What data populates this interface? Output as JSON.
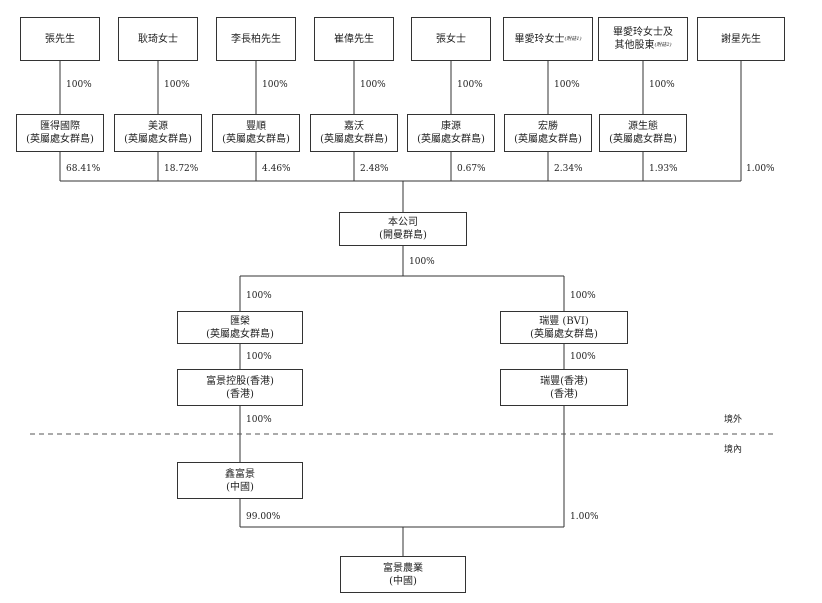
{
  "shareholders": [
    {
      "name": "張先生"
    },
    {
      "name": "耿琦女士"
    },
    {
      "name": "李長柏先生"
    },
    {
      "name": "崔偉先生"
    },
    {
      "name": "張女士"
    },
    {
      "name": "畢愛玲女士",
      "note": "(附註1)"
    },
    {
      "name": "畢愛玲女士及",
      "name2": "其他股東",
      "note": "(附註2)"
    },
    {
      "name": "謝星先生"
    }
  ],
  "holdcos": [
    {
      "name": "匯得國際",
      "place": "(英屬處女群島)"
    },
    {
      "name": "美源",
      "place": "(英屬處女群島)"
    },
    {
      "name": "豐順",
      "place": "(英屬處女群島)"
    },
    {
      "name": "嘉沃",
      "place": "(英屬處女群島)"
    },
    {
      "name": "康源",
      "place": "(英屬處女群島)"
    },
    {
      "name": "宏勝",
      "place": "(英屬處女群島)"
    },
    {
      "name": "源生態",
      "place": "(英屬處女群島)"
    }
  ],
  "ownership_to_holdco": [
    "100%",
    "100%",
    "100%",
    "100%",
    "100%",
    "100%",
    "100%"
  ],
  "stakes_in_company": [
    "68.41%",
    "18.72%",
    "4.46%",
    "2.48%",
    "0.67%",
    "2.34%",
    "1.93%",
    "1.00%"
  ],
  "company": {
    "name": "本公司",
    "place": "(開曼群島)",
    "ownership_below": "100%"
  },
  "left_branch": {
    "pct_top": "100%",
    "sub1": {
      "name": "匯榮",
      "place": "(英屬處女群島)"
    },
    "pct_mid": "100%",
    "sub2": {
      "name": "富景控股(香港)",
      "place": "(香港)"
    },
    "pct_low": "100%",
    "sub3": {
      "name": "鑫富景",
      "place": "(中國)"
    },
    "pct_final": "99.00%"
  },
  "right_branch": {
    "pct_top": "100%",
    "sub1": {
      "name": "瑞豐 (BVI)",
      "place": "(英屬處女群島)"
    },
    "pct_mid": "100%",
    "sub2": {
      "name": "瑞豐(香港)",
      "place": "(香港)"
    },
    "pct_final": "1.00%"
  },
  "operating_company": {
    "name": "富景農業",
    "place": "(中國)"
  },
  "zones": {
    "offshore": "境外",
    "onshore": "境內"
  }
}
